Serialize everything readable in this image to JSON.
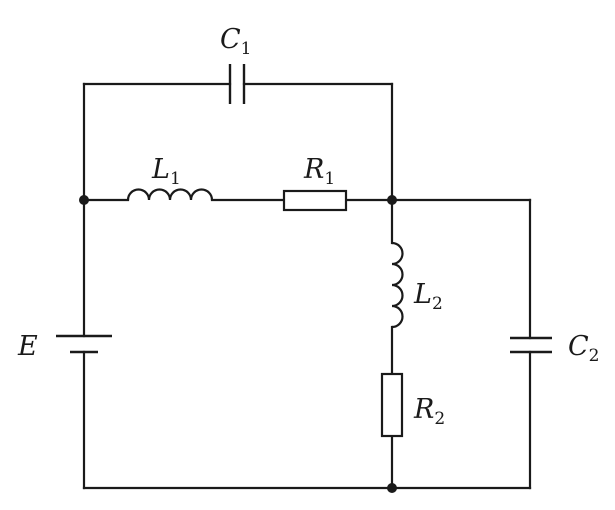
{
  "components": {
    "c1": {
      "symbol": "C",
      "sub": "1"
    },
    "l1": {
      "symbol": "L",
      "sub": "1"
    },
    "r1": {
      "symbol": "R",
      "sub": "1"
    },
    "l2": {
      "symbol": "L",
      "sub": "2"
    },
    "r2": {
      "symbol": "R",
      "sub": "2"
    },
    "c2": {
      "symbol": "C",
      "sub": "2"
    },
    "e": {
      "symbol": "E"
    }
  }
}
